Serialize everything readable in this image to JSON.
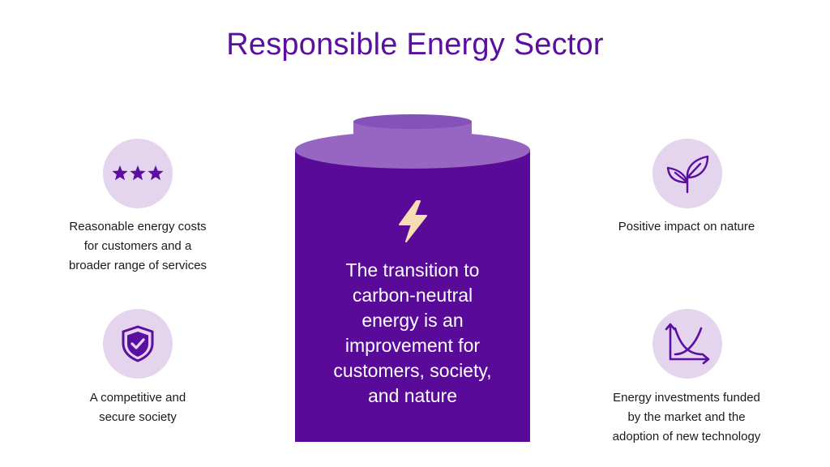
{
  "title": "Responsible Energy Sector",
  "colors": {
    "purple_dark": "#5a0a99",
    "purple_cap": "#9766c2",
    "circle_bg": "#e4d4ee",
    "icon": "#5a0fa0",
    "bolt": "#f7ddb3"
  },
  "center": {
    "icon": "lightning-bolt-icon",
    "lines": [
      "The transition to",
      "carbon-neutral",
      "energy is an",
      "improvement for",
      "customers, society,",
      "and nature"
    ]
  },
  "items": [
    {
      "icon": "three-stars-icon",
      "lines": [
        "Reasonable energy costs",
        "for customers and a",
        "broader range of services"
      ]
    },
    {
      "icon": "shield-check-icon",
      "lines": [
        "A competitive and",
        "secure society"
      ]
    },
    {
      "icon": "leaf-sprout-icon",
      "lines": [
        "Positive impact on nature"
      ]
    },
    {
      "icon": "chart-curves-icon",
      "lines": [
        "Energy investments funded",
        "by the market and the",
        "adoption of new technology"
      ]
    }
  ]
}
